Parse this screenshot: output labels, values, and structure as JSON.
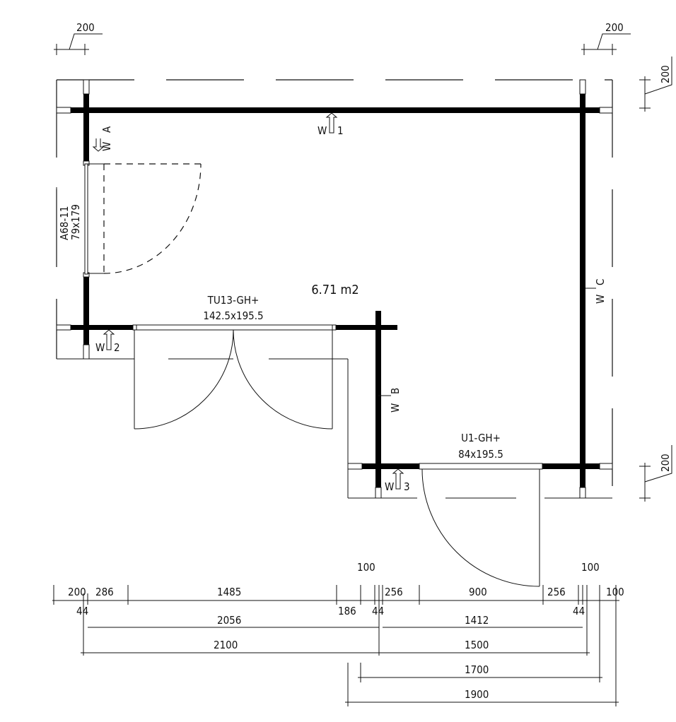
{
  "room": {
    "area": "6.71 m2"
  },
  "openings": {
    "window": {
      "code": "A68-11",
      "size": "79x179"
    },
    "double_door": {
      "code": "TU13-GH+",
      "size": "142.5x195.5"
    },
    "single_door": {
      "code": "U1-GH+",
      "size": "84x195.5"
    }
  },
  "wall_tags": {
    "w1": {
      "prefix": "W",
      "id": "1"
    },
    "w2": {
      "prefix": "W",
      "id": "2"
    },
    "w3": {
      "prefix": "W",
      "id": "3"
    },
    "wa": {
      "prefix": "W",
      "id": "A"
    },
    "wb": {
      "prefix": "W",
      "id": "B"
    },
    "wc": {
      "prefix": "W",
      "id": "C"
    }
  },
  "dimensions": {
    "top_left": "200",
    "top_right": "200",
    "right_top": "200",
    "right_bottom": "200",
    "row1": [
      "200",
      "286",
      "1485",
      "186",
      "100",
      "44",
      "256",
      "900",
      "256",
      "44",
      "100",
      "100"
    ],
    "row1_extra": [
      "44"
    ],
    "row2": [
      "2056",
      "1412"
    ],
    "row3": [
      "2100",
      "1500"
    ],
    "row4": [
      "1700"
    ],
    "row5": [
      "1900"
    ]
  }
}
